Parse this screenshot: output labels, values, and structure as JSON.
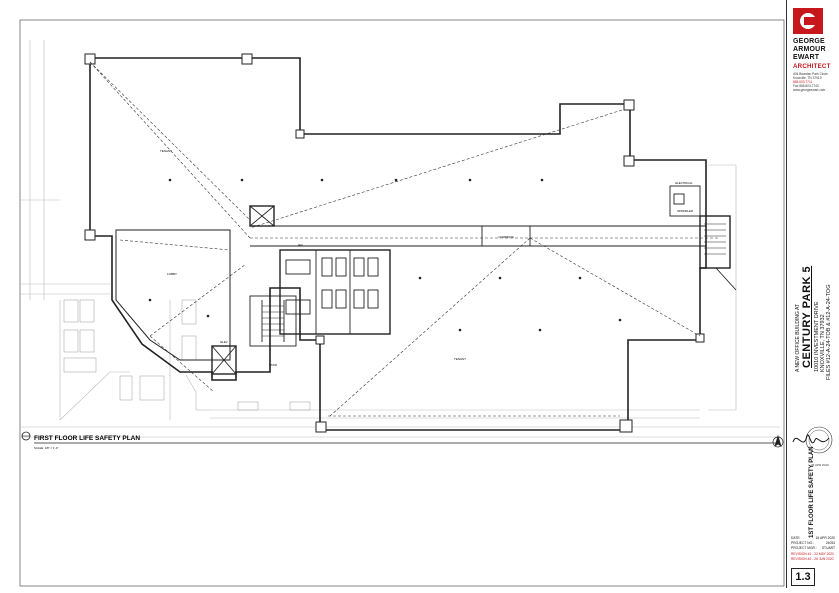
{
  "plan": {
    "title": "FIRST FLOOR LIFE SAFETY PLAN",
    "scale": "SCALE: 1/8\" = 1'-0\"",
    "tenant_space_label": "TENANT",
    "lobby_label": "LOBBY",
    "stair_label": "STAIR",
    "elevator_label": "ELEV",
    "electrical_label": "ELECTRICAL",
    "sprinkler_label": "SPRINKLER",
    "janitor_label": "JAN",
    "corridor_label": "CORRIDOR"
  },
  "firm": {
    "name_line1": "GEORGE",
    "name_line2": "ARMOUR",
    "name_line3": "EWART",
    "name_line4": "ARCHITECT",
    "address1": "404 Bearden Park Circle",
    "address2": "Knoxville, TN 37919",
    "phone": "865.603.7711",
    "fax": "Fax 865.603.7743",
    "web": "www.georgeewart.com"
  },
  "project": {
    "line1": "A NEW OFFICE BUILDING AT",
    "name": "CENTURY PARK 5",
    "address": "10010 INVESTMENT DRIVE",
    "city": "KNOXVILLE, TN 37932",
    "files": "FILES #12-A-24-TOB & #12-A-24-TOG",
    "sheet_title": "1ST FLOOR LIFE SAFETY PLAN",
    "seal_date": "06 APR 2020"
  },
  "meta": {
    "date_label": "DATE:",
    "date_value": "16 APR 2020",
    "project_no_label": "PROJECT NO.:",
    "project_no_value": "24053",
    "project_mgr_label": "PROJECT MGR.:",
    "project_mgr_value": "STUART",
    "revision1": "REVISION #1 - 22 MAY 2020",
    "revision2": "REVISION #2 - 26 JUN 2020",
    "sheet_number": "1.3"
  },
  "colors": {
    "brand_red": "#c8161d",
    "line": "#222222",
    "light": "#999999"
  }
}
